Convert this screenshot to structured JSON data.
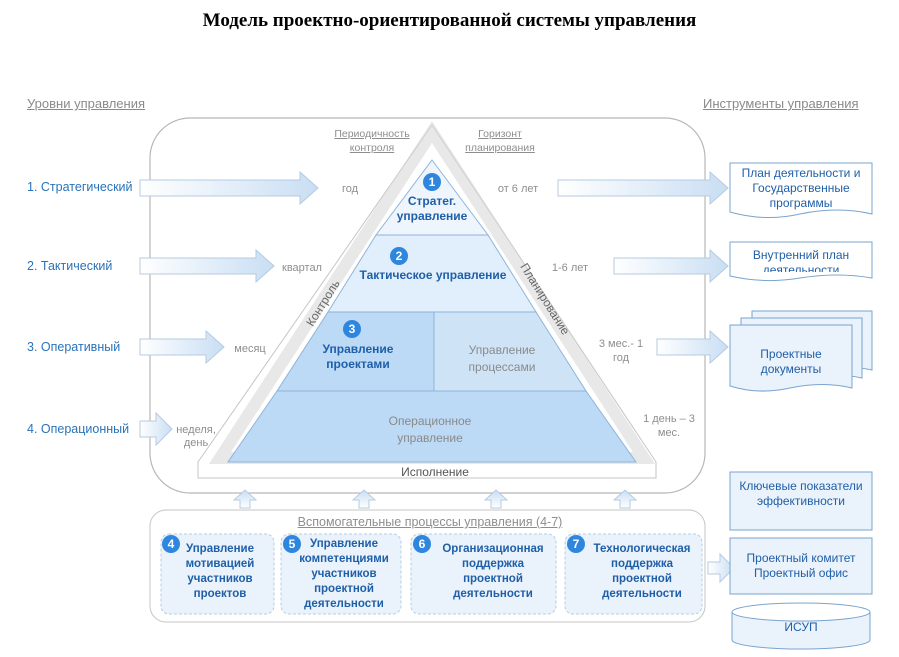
{
  "title": "Модель проектно-ориентированной системы управления",
  "headers": {
    "levels": "Уровни управления",
    "tools": "Инструменты управления"
  },
  "levels": [
    {
      "label": "1. Стратегический",
      "period": "год",
      "horizon": "от 6 лет"
    },
    {
      "label": "2. Тактический",
      "period": "квартал",
      "horizon": "1-6 лет"
    },
    {
      "label": "3. Оперативный",
      "period": "месяц",
      "horizon": "3 мес.- 1 год"
    },
    {
      "label": "4. Операционный",
      "period": "неделя, день",
      "horizon": "1 день – 3 мес."
    }
  ],
  "column_labels": {
    "control_period": "Периодичность контроля",
    "planning_horizon": "Горизонт планирования"
  },
  "pyramid": {
    "strategic": {
      "num": "1",
      "label": "Стратег. управление"
    },
    "tactical": {
      "num": "2",
      "label": "Тактическое управление"
    },
    "projects": {
      "num": "3",
      "label": "Управление проектами"
    },
    "processes": {
      "label": "Управление процессами"
    },
    "operational": {
      "label": "Операционное управление"
    },
    "side_left": "Контроль",
    "side_right": "Планирование",
    "bottom": "Исполнение"
  },
  "support": {
    "title": "Вспомогательные процессы управления (4-7)",
    "items": [
      {
        "num": "4",
        "label": "Управление мотивацией участников проектов"
      },
      {
        "num": "5",
        "label": "Управление компетенциями участников проектной деятельности"
      },
      {
        "num": "6",
        "label": "Организационная поддержка проектной деятельности"
      },
      {
        "num": "7",
        "label": "Технологическая поддержка проектной деятельности"
      }
    ]
  },
  "tools": [
    {
      "label": "План деятельности и Государственные программы"
    },
    {
      "label": "Внутренний план деятельности"
    },
    {
      "label": "Проектные документы"
    },
    {
      "label": "Ключевые показатели эффективности"
    },
    {
      "label": "Проектный комитет Проектный офис"
    },
    {
      "label": "ИСУП"
    }
  ],
  "colors": {
    "accent": "#2e86de",
    "text_blue": "#1f5fa8",
    "light_fill": "#dbeafb",
    "mid_fill": "#bcd9f5",
    "outline": "#8fb4da"
  }
}
